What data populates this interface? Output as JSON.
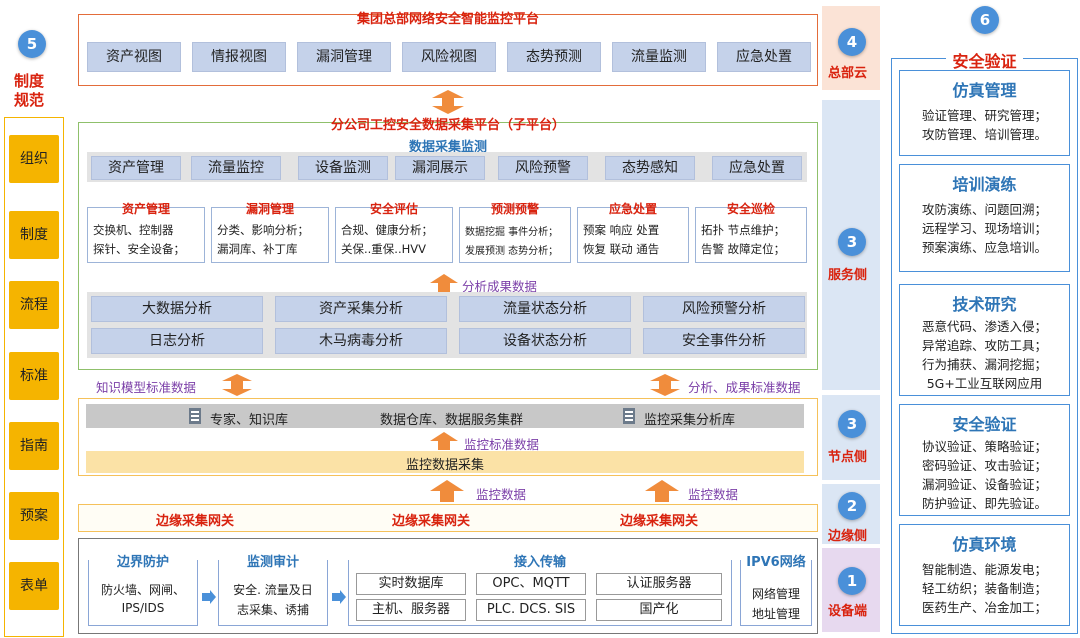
{
  "circles": {
    "c1": "1",
    "c2": "2",
    "c3a": "3",
    "c3b": "3",
    "c4": "4",
    "c5": "5",
    "c6": "6"
  },
  "left": {
    "title_line1": "制度",
    "title_line2": "规范",
    "items": [
      "组织",
      "制度",
      "流程",
      "标准",
      "指南",
      "预案",
      "表单"
    ]
  },
  "hq": {
    "title": "集团总部网络安全智能监控平台",
    "buttons": [
      "资产视图",
      "情报视图",
      "漏洞管理",
      "风险视图",
      "态势预测",
      "流量监测",
      "应急处置"
    ],
    "side": "总部云"
  },
  "branch": {
    "title": "分公司工控安全数据采集平台（子平台）",
    "subtitle": "数据采集监测",
    "buttons": [
      "资产管理",
      "流量监控",
      "设备监测",
      "漏洞展示",
      "风险预警",
      "态势感知",
      "应急处置"
    ],
    "subs": [
      {
        "t": "资产管理",
        "l1": "交换机、控制器",
        "l2": "探针、安全设备；"
      },
      {
        "t": "漏洞管理",
        "l1": "分类、影响分析；",
        "l2": "漏洞库、补丁库"
      },
      {
        "t": "安全评估",
        "l1": "合规、健康分析；",
        "l2": "关保..重保..HVV"
      },
      {
        "t": "预测预警",
        "l1": "数据挖掘 事件分析；",
        "l2": "发展预测 态势分析；"
      },
      {
        "t": "应急处置",
        "l1": "预案 响应 处置",
        "l2": "恢复 联动 通告"
      },
      {
        "t": "安全巡检",
        "l1": "拓扑 节点维护；",
        "l2": "告警 故障定位；"
      }
    ],
    "result_label": "分析成果数据",
    "analysis": [
      "大数据分析",
      "资产采集分析",
      "流量状态分析",
      "风险预警分析",
      "日志分析",
      "木马病毒分析",
      "设备状态分析",
      "安全事件分析"
    ],
    "side": "服务侧"
  },
  "node": {
    "left_label": "知识模型标准数据",
    "right_label": "分析、成果标准数据",
    "bar_left": "专家、知识库",
    "bar_mid": "数据仓库、数据服务集群",
    "bar_right": "监控采集分析库",
    "std_label": "监控标准数据",
    "collect": "监控数据采集",
    "side": "节点侧"
  },
  "edge": {
    "arrow_labels": [
      "监控数据",
      "监控数据"
    ],
    "gateways": [
      "边缘采集网关",
      "边缘采集网关",
      "边缘采集网关"
    ],
    "side": "边缘侧"
  },
  "device": {
    "side": "设备端",
    "boundary": {
      "t": "边界防护",
      "l1": "防火墙、网闸、",
      "l2": "IPS/IDS"
    },
    "audit": {
      "t": "监测审计",
      "l1": "安全. 流量及日",
      "l2": "志采集、诱捕"
    },
    "access": {
      "t": "接入传输",
      "pills": [
        "实时数据库",
        "OPC、MQTT",
        "认证服务器",
        "主机、服务器",
        "PLC. DCS. SIS",
        "国产化"
      ]
    },
    "ipv6": {
      "t": "IPV6网络",
      "l1": "网络管理",
      "l2": "地址管理"
    }
  },
  "right": {
    "title": "安全验证",
    "cards": [
      {
        "h": "仿真管理",
        "b": [
          "验证管理、研究管理；",
          "攻防管理、培训管理。"
        ]
      },
      {
        "h": "培训演练",
        "b": [
          "攻防演练、问题回溯；",
          "远程学习、现场培训；",
          "预案演练、应急培训。"
        ]
      },
      {
        "h": "技术研究",
        "b": [
          "恶意代码、渗透入侵；",
          "异常追踪、攻防工具；",
          "行为捕获、漏洞挖掘；",
          "5G+工业互联网应用"
        ]
      },
      {
        "h": "安全验证",
        "b": [
          "协议验证、策略验证；",
          "密码验证、攻击验证；",
          "漏洞验证、设备验证；",
          "防护验证、即先验证。"
        ]
      },
      {
        "h": "仿真环境",
        "b": [
          "智能制造、能源发电；",
          "轻工纺织；装备制造；",
          "医药生产、冶金加工；"
        ]
      }
    ]
  },
  "colors": {
    "orange": "#f5b400",
    "accent_red": "#d9230f",
    "blue": "#4a90d9",
    "btn": "#c5d2ea"
  }
}
